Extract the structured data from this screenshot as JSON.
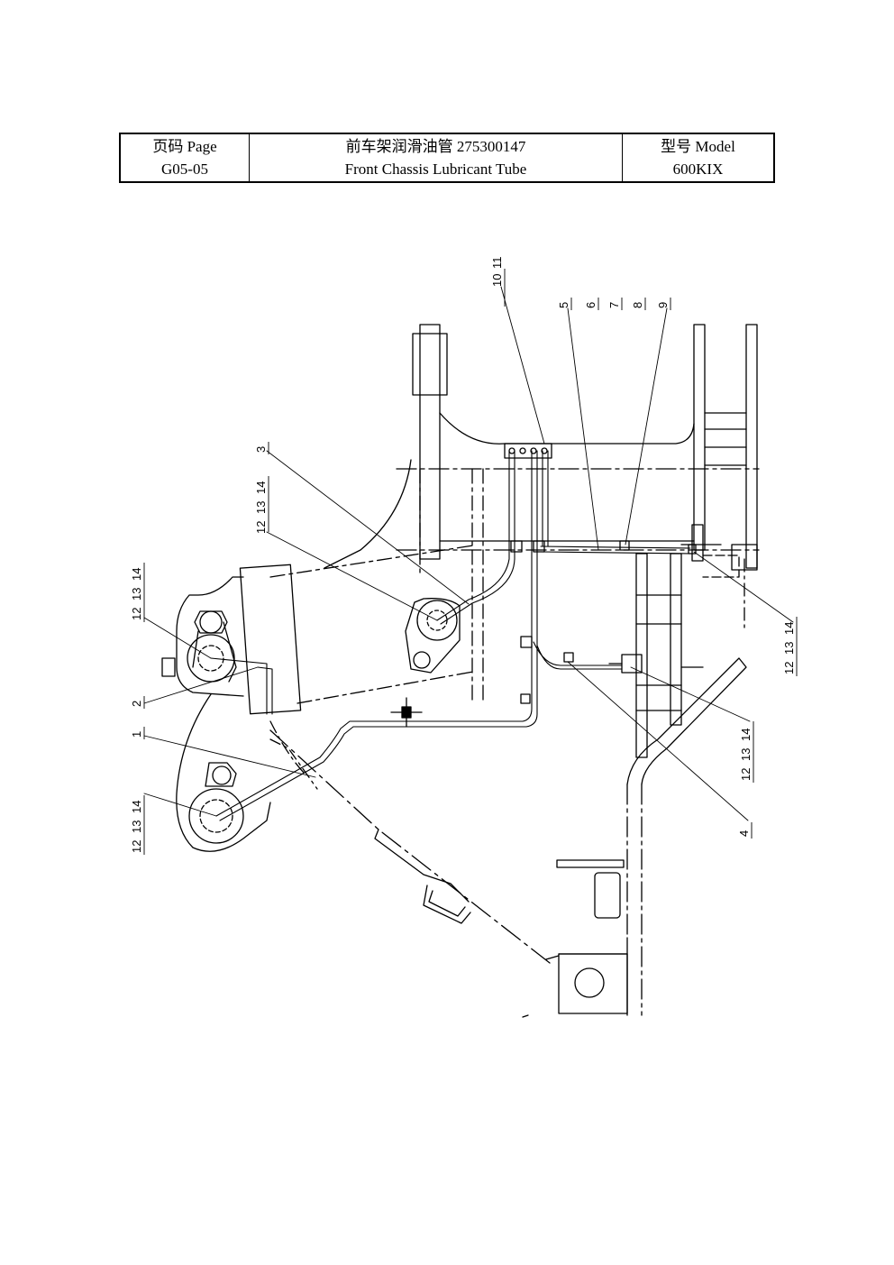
{
  "title_block": {
    "page_label": "页码 Page",
    "page_number": "G05-05",
    "title_cn": "前车架润滑油管  275300147",
    "title_en": "Front Chassis Lubricant Tube",
    "model_label": "型号    Model",
    "model_value": "600KIX"
  },
  "callouts": {
    "c10_11": [
      "10",
      "11"
    ],
    "c5": "5",
    "c6": "6",
    "c7": "7",
    "c8": "8",
    "c9": "9",
    "c3": "3",
    "c12_13_14_a": [
      "12",
      "13",
      "14"
    ],
    "c12_13_14_b": [
      "12",
      "13",
      "14"
    ],
    "c2": "2",
    "c1": "1",
    "c12_13_14_c": [
      "12",
      "13",
      "14"
    ],
    "c12_13_14_d": [
      "12",
      "13",
      "14"
    ],
    "c12_13_14_e": [
      "12",
      "13",
      "14"
    ],
    "c4": "4"
  }
}
